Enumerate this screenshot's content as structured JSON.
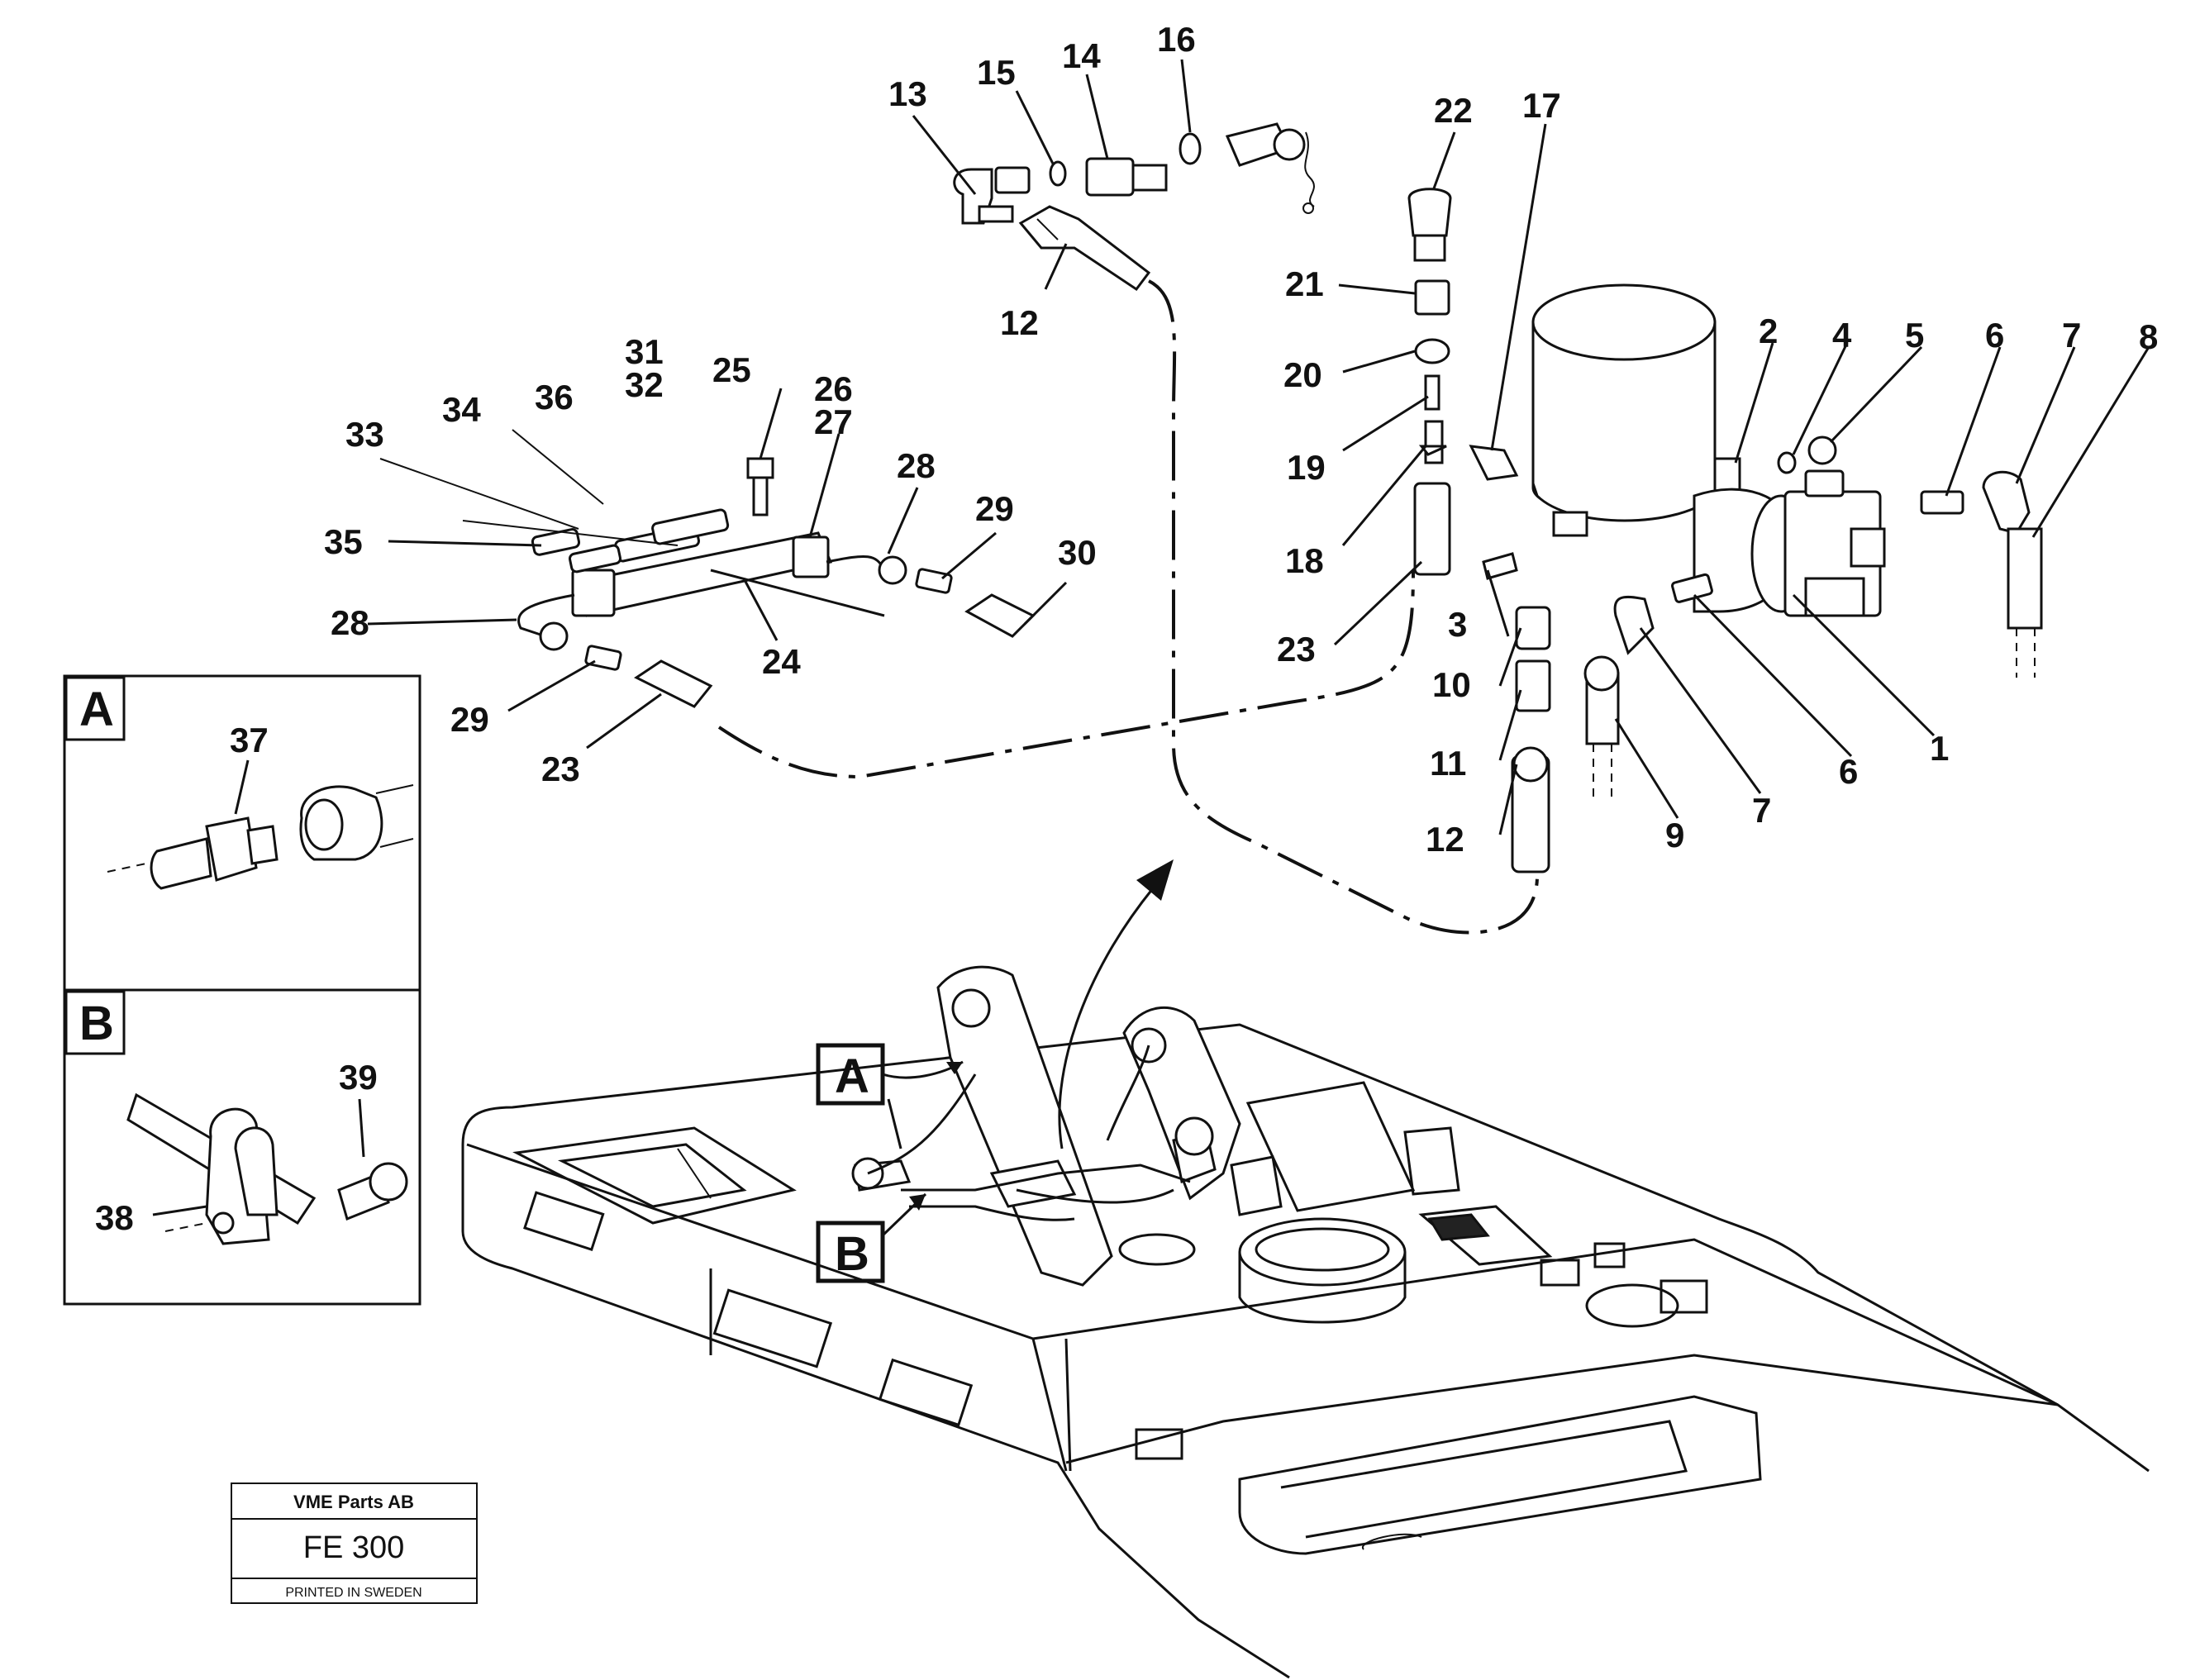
{
  "callouts": [
    {
      "id": "13",
      "text": "13"
    },
    {
      "id": "15",
      "text": "15"
    },
    {
      "id": "14",
      "text": "14"
    },
    {
      "id": "16",
      "text": "16"
    },
    {
      "id": "22",
      "text": "22"
    },
    {
      "id": "17",
      "text": "17"
    },
    {
      "id": "12a",
      "text": "12"
    },
    {
      "id": "21",
      "text": "21"
    },
    {
      "id": "2",
      "text": "2"
    },
    {
      "id": "4",
      "text": "4"
    },
    {
      "id": "5",
      "text": "5"
    },
    {
      "id": "6a",
      "text": "6"
    },
    {
      "id": "7a",
      "text": "7"
    },
    {
      "id": "8",
      "text": "8"
    },
    {
      "id": "20",
      "text": "20"
    },
    {
      "id": "31",
      "text": "31"
    },
    {
      "id": "32",
      "text": "32"
    },
    {
      "id": "25",
      "text": "25"
    },
    {
      "id": "26",
      "text": "26"
    },
    {
      "id": "27",
      "text": "27"
    },
    {
      "id": "34",
      "text": "34"
    },
    {
      "id": "36",
      "text": "36"
    },
    {
      "id": "33",
      "text": "33"
    },
    {
      "id": "19",
      "text": "19"
    },
    {
      "id": "28a",
      "text": "28"
    },
    {
      "id": "29a",
      "text": "29"
    },
    {
      "id": "35",
      "text": "35"
    },
    {
      "id": "30",
      "text": "30"
    },
    {
      "id": "18",
      "text": "18"
    },
    {
      "id": "28b",
      "text": "28"
    },
    {
      "id": "3",
      "text": "3"
    },
    {
      "id": "24",
      "text": "24"
    },
    {
      "id": "23a",
      "text": "23"
    },
    {
      "id": "10",
      "text": "10"
    },
    {
      "id": "29b",
      "text": "29"
    },
    {
      "id": "1",
      "text": "1"
    },
    {
      "id": "11",
      "text": "11"
    },
    {
      "id": "6b",
      "text": "6"
    },
    {
      "id": "23b",
      "text": "23"
    },
    {
      "id": "7b",
      "text": "7"
    },
    {
      "id": "12b",
      "text": "12"
    },
    {
      "id": "9",
      "text": "9"
    },
    {
      "id": "37",
      "text": "37"
    },
    {
      "id": "39",
      "text": "39"
    },
    {
      "id": "38",
      "text": "38"
    }
  ],
  "detail_boxes": [
    {
      "id": "A",
      "label": "A"
    },
    {
      "id": "B",
      "label": "B"
    }
  ],
  "view_markers": [
    {
      "id": "A",
      "label": "A"
    },
    {
      "id": "B",
      "label": "B"
    }
  ],
  "stamp": {
    "company": "VME Parts AB",
    "code": "FE 300",
    "printed": "PRINTED IN SWEDEN"
  }
}
